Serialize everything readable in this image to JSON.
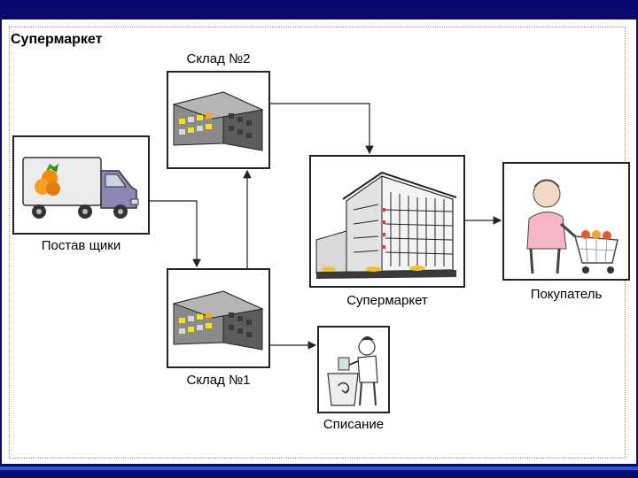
{
  "diagram": {
    "title": "Супермаркет",
    "nodes": {
      "suppliers": {
        "label": "Постав щики",
        "icon": "delivery-truck"
      },
      "warehouse2": {
        "label": "Склад №2",
        "icon": "warehouse-building"
      },
      "warehouse1": {
        "label": "Склад №1",
        "icon": "warehouse-building"
      },
      "supermarket": {
        "label": "Супермаркет",
        "icon": "department-store-building"
      },
      "customer": {
        "label": "Покупатель",
        "icon": "shopper-with-cart"
      },
      "writeoff": {
        "label": "Списание",
        "icon": "recycling-bin-person"
      }
    },
    "edges": [
      {
        "from": "suppliers",
        "to": "warehouse1"
      },
      {
        "from": "warehouse1",
        "to": "warehouse2"
      },
      {
        "from": "warehouse2",
        "to": "supermarket"
      },
      {
        "from": "supermarket",
        "to": "customer"
      },
      {
        "from": "warehouse1",
        "to": "writeoff"
      }
    ],
    "colors": {
      "border": "#0a0a6e",
      "accent": "#1e5bd6"
    }
  }
}
